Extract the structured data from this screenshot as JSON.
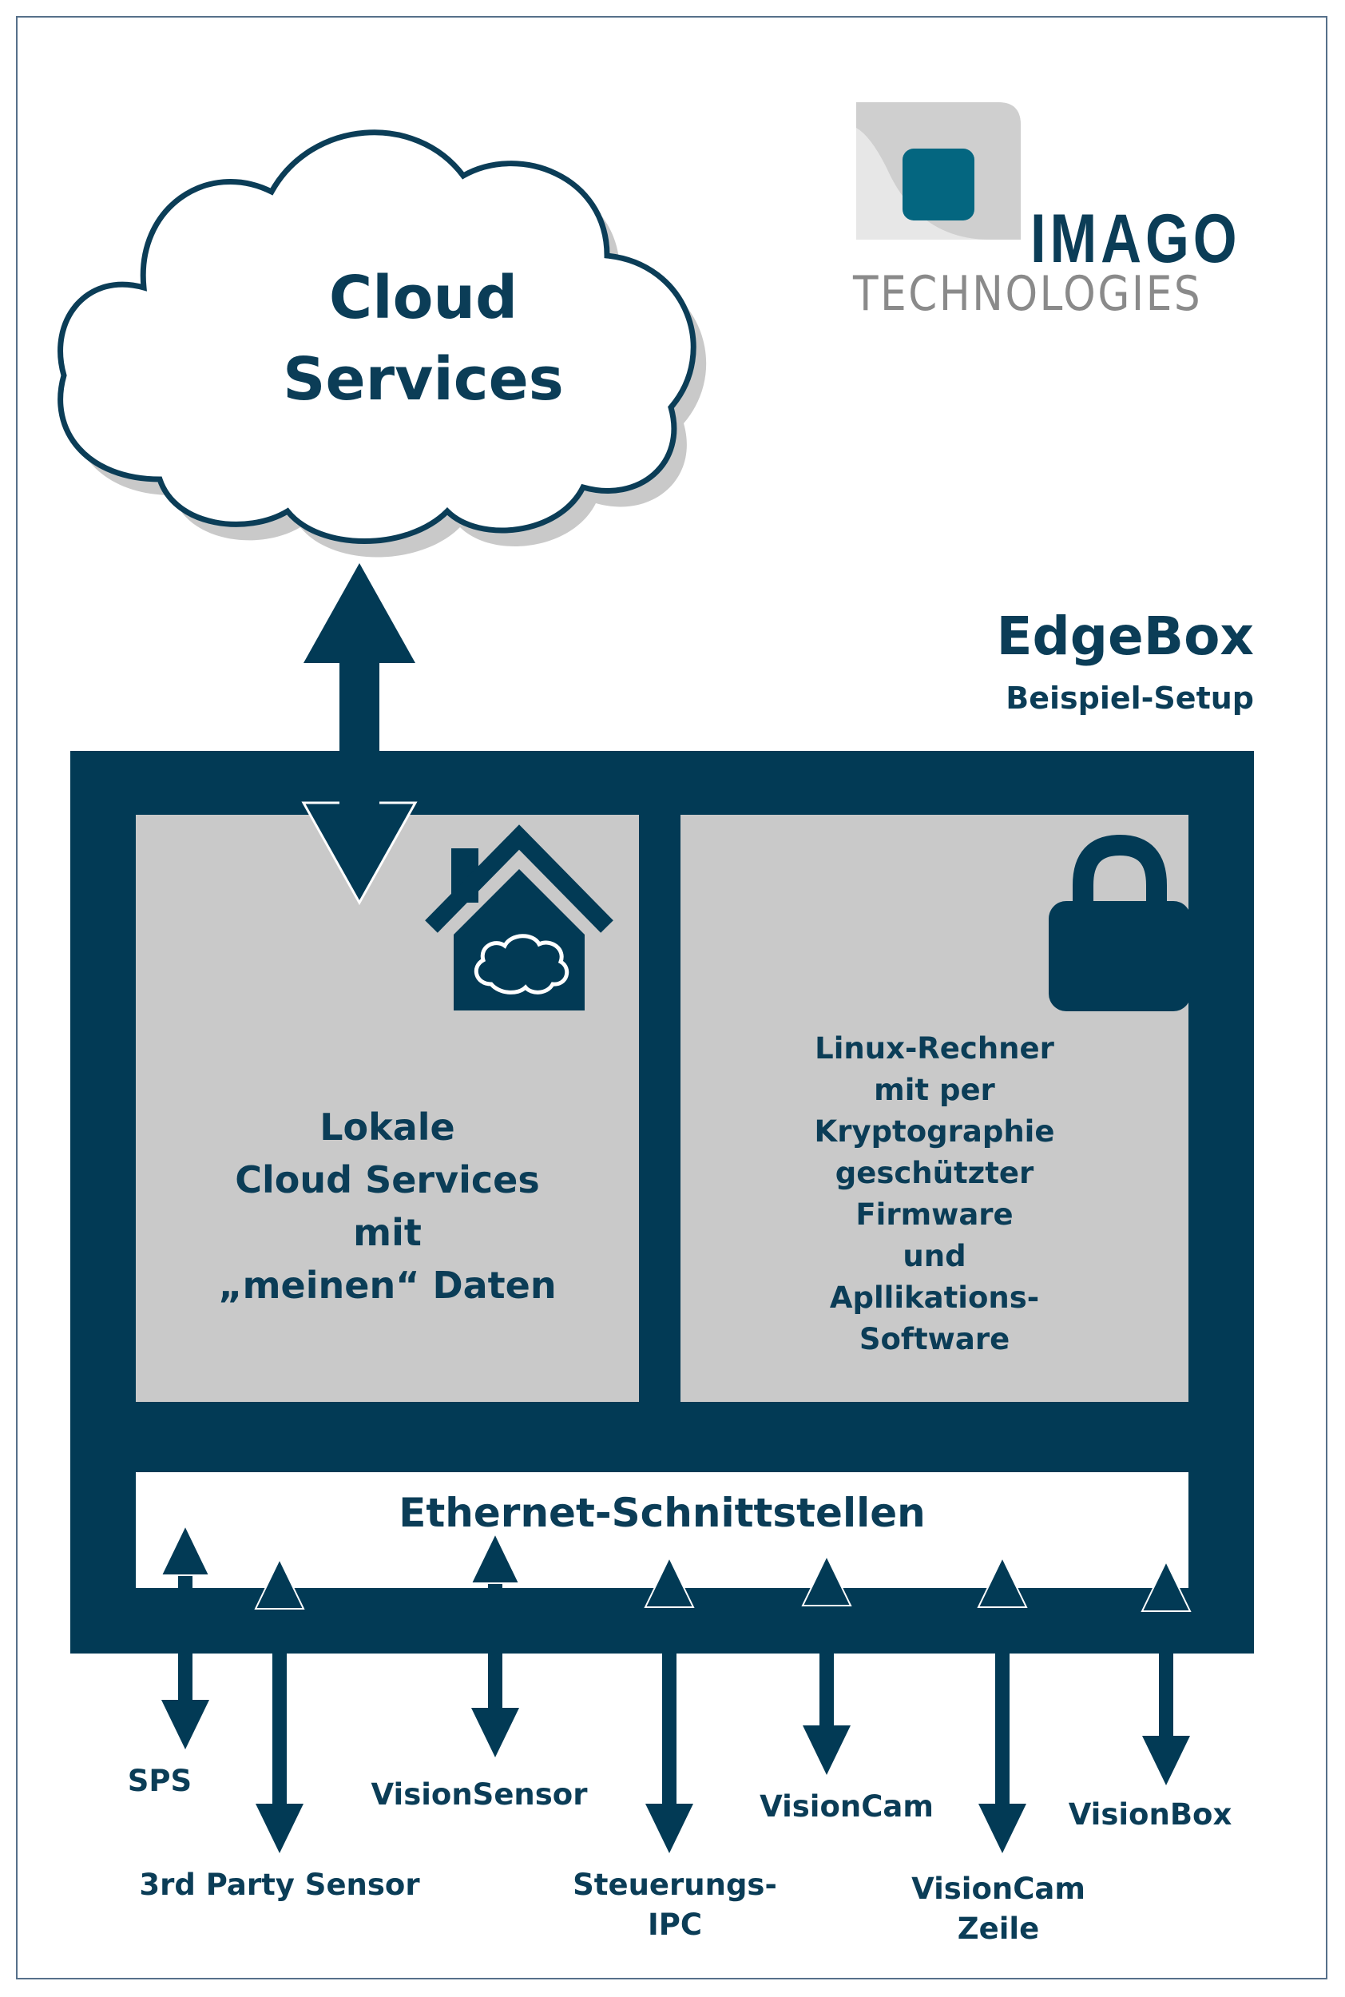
{
  "cloud": {
    "line1": "Cloud",
    "line2": "Services"
  },
  "logo": {
    "brand": "IMAGO",
    "sub": "TECHNOLOGIES"
  },
  "title": {
    "main": "EdgeBox",
    "sub": "Beispiel-Setup"
  },
  "left_panel": {
    "lines": [
      "Lokale",
      "Cloud Services",
      "mit",
      "„meinen“ Daten"
    ]
  },
  "right_panel": {
    "lines": [
      "Linux-Rechner",
      "mit per",
      "Kryptographie",
      "geschützter",
      "Firmware",
      "und",
      "Apllikations-",
      "Software"
    ]
  },
  "ethernet": {
    "label": "Ethernet-Schnittstellen"
  },
  "devices": [
    {
      "lines": [
        "SPS"
      ]
    },
    {
      "lines": [
        "3rd Party Sensor"
      ]
    },
    {
      "lines": [
        "VisionSensor"
      ]
    },
    {
      "lines": [
        "Steuerungs-",
        "IPC"
      ]
    },
    {
      "lines": [
        "VisionCam"
      ]
    },
    {
      "lines": [
        "VisionCam",
        "Zeile"
      ]
    },
    {
      "lines": [
        "VisionBox"
      ]
    }
  ],
  "icons": [
    "house-cloud-icon",
    "lock-icon",
    "cloud-icon"
  ],
  "colors": {
    "primary": "#0b3d57",
    "panel": "#c9c9c9",
    "logo_gray": "#8a8a8a",
    "logo_square": "#046680"
  }
}
